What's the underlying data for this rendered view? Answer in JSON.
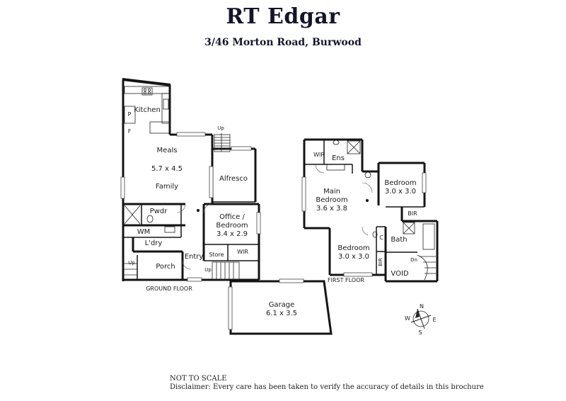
{
  "header": {
    "title": "RT Edgar",
    "address": "3/46 Morton Road, Burwood"
  },
  "ground_floor": {
    "label": "GROUND FLOOR",
    "rooms": {
      "kitchen": "Kitchen",
      "pantry_p": "P",
      "fridge_f": "F",
      "meals": "Meals",
      "meals_dim": "5.7 x 4.5",
      "family": "Family",
      "alfresco": "Alfresco",
      "pwdr": "Pwdr",
      "wm": "WM",
      "ldry": "L'dry",
      "entry": "Entry",
      "porch": "Porch",
      "office": "Office /",
      "office_2": "Bedroom",
      "office_dim": "3.4 x 2.9",
      "store": "Store",
      "wir": "WIR",
      "garage": "Garage",
      "garage_dim": "6.1 x 3.5"
    },
    "stairs": {
      "up_alfresco": "Up",
      "up_porch": "Up",
      "up_store": "Up"
    }
  },
  "first_floor": {
    "label": "FIRST FLOOR",
    "rooms": {
      "wir": "WIR",
      "ens": "Ens",
      "main": "Main",
      "main_2": "Bedroom",
      "main_dim": "3.6 x 3.8",
      "bed2": "Bedroom",
      "bed2_dim": "3.0 x 3.0",
      "bed3": "Bedroom",
      "bed3_dim": "3.0 x 3.0",
      "bir_top": "BIR",
      "bir_side": "BIR",
      "c": "C",
      "bath": "Bath",
      "void": "VOID",
      "dn": "Dn"
    }
  },
  "compass": {
    "n": "N",
    "s": "S",
    "e": "E",
    "w": "W"
  },
  "footer": {
    "scale_note": "NOT TO SCALE",
    "disclaimer": "Disclaimer: Every care has been taken to verify the accuracy of details in this brochure"
  }
}
